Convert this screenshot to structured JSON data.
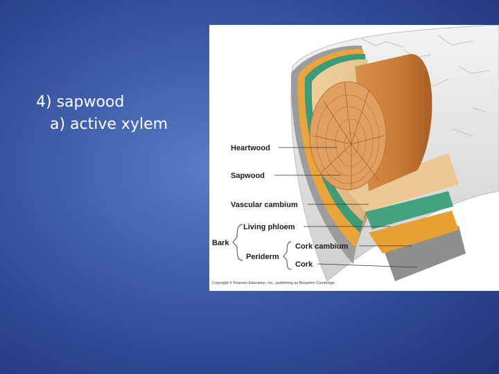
{
  "slide": {
    "bullets": [
      {
        "text": "4) sapwood"
      },
      {
        "text": "a) active xylem"
      }
    ]
  },
  "figure": {
    "labels": {
      "heartwood": "Heartwood",
      "sapwood": "Sapwood",
      "vascular_cambium": "Vascular cambium",
      "living_phloem": "Living phloem",
      "bark": "Bark",
      "cork_cambium": "Cork cambium",
      "periderm": "Periderm",
      "cork": "Cork"
    },
    "copyright": "Copyright © Pearson Education, Inc., publishing as Benjamin Cummings.",
    "colors": {
      "heartwood": "#c9813f",
      "sapwood": "#e8c58f",
      "cambium": "#3f9a76",
      "phloem": "#e9a43b",
      "cork": "#a8a8a8"
    }
  }
}
